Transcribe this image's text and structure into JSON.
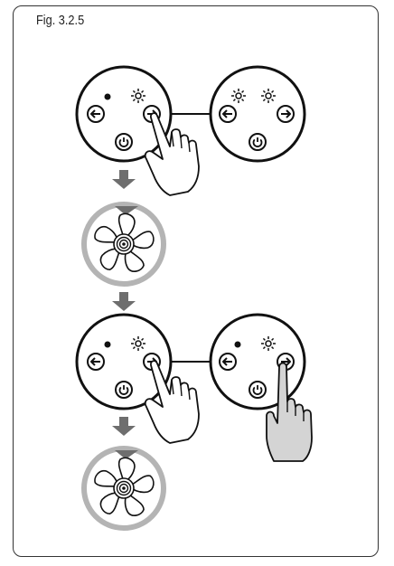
{
  "figure": {
    "label": "Fig. 3.2.5"
  },
  "colors": {
    "outline": "#111111",
    "arrow_gray": "#6e6e6e",
    "ring_gray": "#b4b4b4",
    "hand_fill_gray": "#d4d4d4",
    "background": "#ffffff"
  },
  "steps": [
    {
      "panels": [
        {
          "icons": [
            "dot-indicator",
            "sun-icon",
            "left-arrow-icon",
            "right-arrow-icon",
            "power-icon"
          ],
          "hand": "outline"
        },
        {
          "icons": [
            "sun-icon",
            "sun-icon",
            "left-arrow-icon",
            "right-arrow-icon",
            "power-icon"
          ],
          "hand": "none"
        }
      ]
    },
    {
      "fan": "rotating",
      "arrow": "down-arrow"
    },
    {
      "panels": [
        {
          "icons": [
            "dot-indicator",
            "sun-icon",
            "left-arrow-icon",
            "right-arrow-icon",
            "power-icon"
          ],
          "hand": "outline"
        },
        {
          "icons": [
            "dot-indicator",
            "sun-icon",
            "left-arrow-icon",
            "right-arrow-icon",
            "power-icon"
          ],
          "hand": "filled-gray"
        }
      ]
    },
    {
      "fan": "rotating",
      "arrow": "down-arrow"
    }
  ]
}
